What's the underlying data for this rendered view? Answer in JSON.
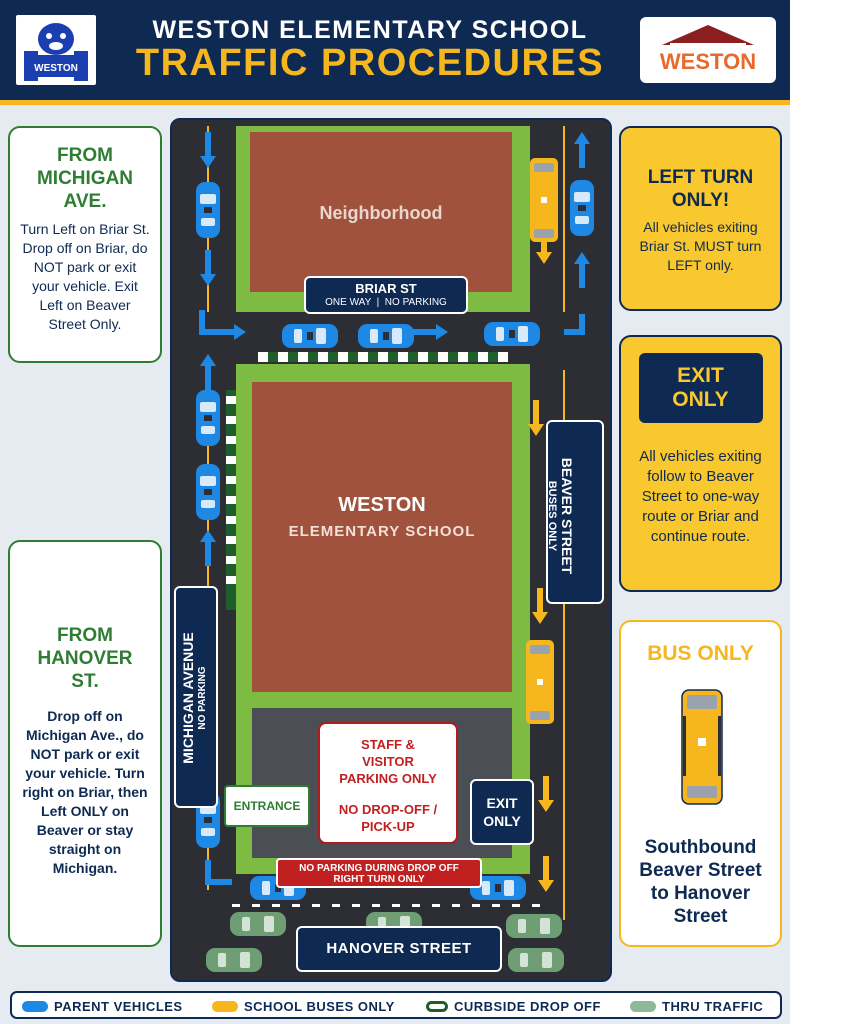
{
  "header": {
    "title_line1": "WESTON ELEMENTARY SCHOOL",
    "title_line2": "TRAFFIC PROCEDURES",
    "left_logo_text": "WESTON",
    "right_logo_text": "WESTON"
  },
  "cards": {
    "michigan": {
      "heading": "FROM MICHIGAN AVE.",
      "body": "Turn Left on Briar St. Drop off on Briar, do NOT park or exit your vehicle. Exit Left on Beaver Street Only."
    },
    "hanover": {
      "heading": "FROM HANOVER ST.",
      "body": "Drop off on Michigan Ave., do NOT park or exit your vehicle. Turn right on Briar, then Left ONLY on Beaver or stay straight on Michigan."
    },
    "left_turn": {
      "heading": "LEFT TURN ONLY!",
      "body": "All vehicles exiting Briar St. MUST turn LEFT only."
    },
    "exit_only": {
      "sign": "EXIT ONLY",
      "body": "All vehicles exiting follow to Beaver Street to one-way route or Briar and continue route."
    },
    "bus_only": {
      "heading": "BUS ONLY",
      "body": "Southbound Beaver Street to Hanover Street"
    }
  },
  "map": {
    "neighborhood_label": "Neighborhood",
    "school_label": "WESTON",
    "school_sublabel": "ELEMENTARY SCHOOL",
    "briar_sign": "BRIAR ST",
    "briar_sub": "ONE WAY  |  NO PARKING",
    "beaver_sign": "BEAVER STREET",
    "beaver_sub": "BUSES ONLY",
    "michigan_sign": "MICHIGAN AVENUE",
    "michigan_sub": "NO PARKING",
    "parking_label_1": "STAFF & VISITOR PARKING ONLY",
    "parking_label_2": "NO DROP-OFF / PICK-UP",
    "entrance_label": "ENTRANCE",
    "exit_label": "EXIT ONLY",
    "no_parking_line1": "NO PARKING DURING DROP OFF",
    "no_parking_line2": "RIGHT TURN ONLY",
    "hanover_sign": "HANOVER STREET"
  },
  "legend": {
    "parent": "PARENT VEHICLES",
    "bus": "SCHOOL BUSES ONLY",
    "curbside": "CURBSIDE DROP OFF",
    "thru": "THRU TRAFFIC"
  },
  "colors": {
    "navy": "#0f2a52",
    "yellow": "#f6b61d",
    "green": "#2f7d32",
    "parent_blue": "#1e88e5",
    "bus_yellow": "#f6b61d",
    "thru_green": "#8fb996",
    "curb_green": "#1f5e2a",
    "brick": "#a0523d",
    "lawn": "#7dbb42"
  }
}
